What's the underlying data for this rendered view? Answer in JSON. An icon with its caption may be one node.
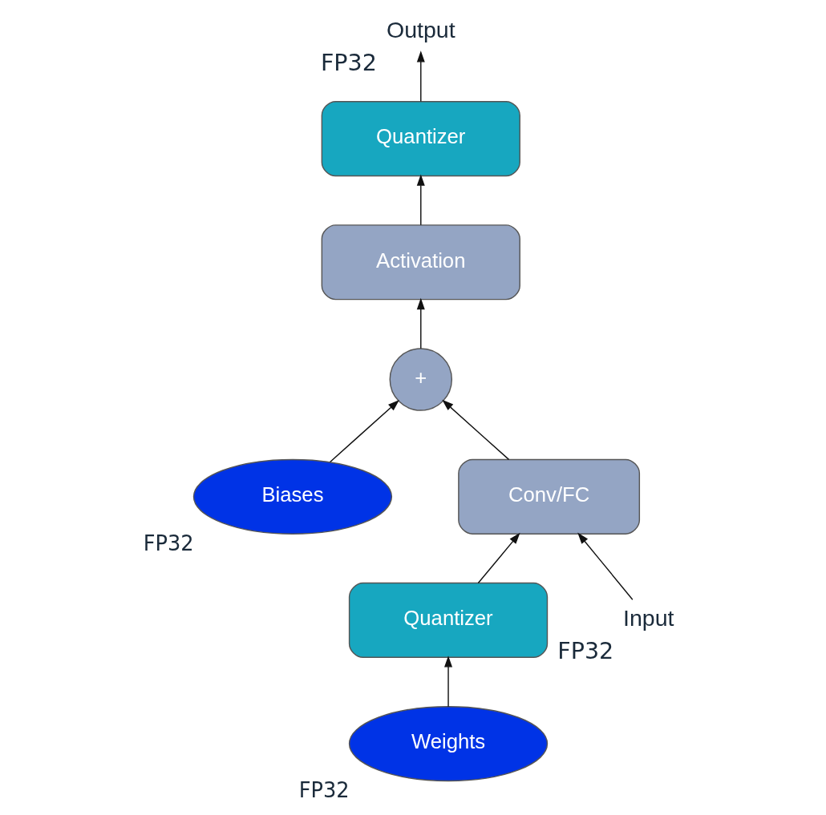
{
  "diagram": {
    "nodes": [
      {
        "text": [
          "Output"
        ],
        "beside": [
          "FP32"
        ]
      },
      {
        "text": [
          "Quantizer"
        ]
      },
      {
        "text": [
          "Activation"
        ]
      },
      {
        "text": [
          "+"
        ]
      },
      {
        "text": [
          "Biases"
        ],
        "beside": [
          "FP32"
        ]
      },
      {
        "text": [
          "Conv/FC"
        ]
      },
      {
        "text": [
          "Quantizer"
        ]
      },
      {
        "text": [
          "Input"
        ],
        "beside": [
          "FP32"
        ]
      },
      {
        "text": [
          "Weights"
        ],
        "beside": [
          "FP32"
        ]
      }
    ],
    "edges": [
      {
        "from": 1,
        "to": 0,
        "arrow": "to"
      },
      {
        "from": 2,
        "to": 1,
        "arrow": "to"
      },
      {
        "from": 3,
        "to": 2,
        "arrow": "to"
      },
      {
        "from": 4,
        "to": 3,
        "arrow": "to"
      },
      {
        "from": 5,
        "to": 3,
        "arrow": "to"
      },
      {
        "from": 6,
        "to": 5,
        "arrow": "to"
      },
      {
        "from": 7,
        "to": 5,
        "arrow": "to"
      },
      {
        "from": 8,
        "to": 6,
        "arrow": "to"
      }
    ]
  }
}
